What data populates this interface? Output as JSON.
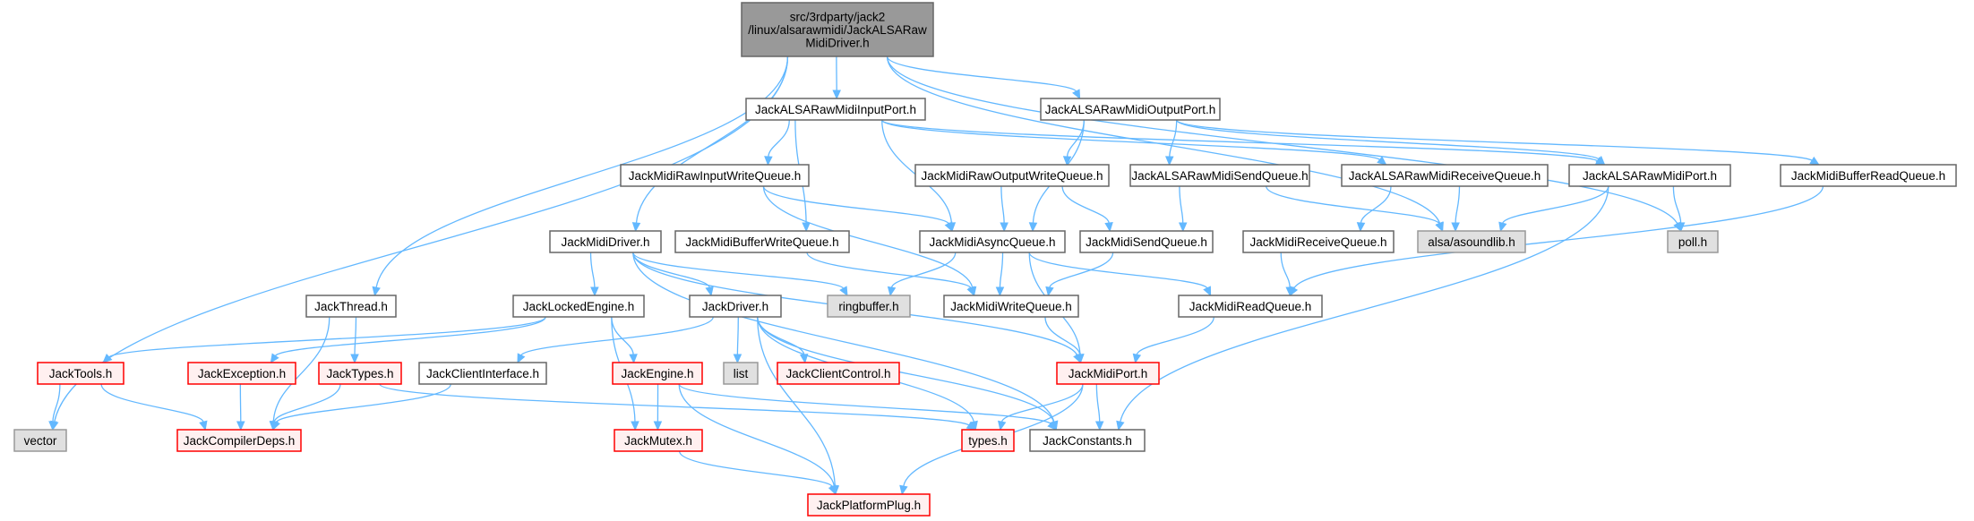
{
  "graph": {
    "nodes": [
      {
        "id": "root",
        "lines": [
          "src/3rdparty/jack2",
          "/linux/alsarawmidi/JackALSARaw",
          "MidiDriver.h"
        ],
        "kind": "root"
      },
      {
        "id": "inputport",
        "lines": [
          "JackALSARawMidiInputPort.h"
        ],
        "kind": "normal"
      },
      {
        "id": "outputport",
        "lines": [
          "JackALSARawMidiOutputPort.h"
        ],
        "kind": "normal"
      },
      {
        "id": "rawinputwq",
        "lines": [
          "JackMidiRawInputWriteQueue.h"
        ],
        "kind": "normal"
      },
      {
        "id": "rawoutputwq",
        "lines": [
          "JackMidiRawOutputWriteQueue.h"
        ],
        "kind": "normal"
      },
      {
        "id": "sendqueue_alsa",
        "lines": [
          "JackALSARawMidiSendQueue.h"
        ],
        "kind": "normal"
      },
      {
        "id": "receivequeue_alsa",
        "lines": [
          "JackALSARawMidiReceiveQueue.h"
        ],
        "kind": "normal"
      },
      {
        "id": "alsaport",
        "lines": [
          "JackALSARawMidiPort.h"
        ],
        "kind": "normal"
      },
      {
        "id": "bufferreadq",
        "lines": [
          "JackMidiBufferReadQueue.h"
        ],
        "kind": "normal"
      },
      {
        "id": "mididriver",
        "lines": [
          "JackMidiDriver.h"
        ],
        "kind": "normal"
      },
      {
        "id": "bufferwriteq",
        "lines": [
          "JackMidiBufferWriteQueue.h"
        ],
        "kind": "normal"
      },
      {
        "id": "asyncqueue",
        "lines": [
          "JackMidiAsyncQueue.h"
        ],
        "kind": "normal"
      },
      {
        "id": "sendqueue",
        "lines": [
          "JackMidiSendQueue.h"
        ],
        "kind": "normal"
      },
      {
        "id": "receivequeue",
        "lines": [
          "JackMidiReceiveQueue.h"
        ],
        "kind": "normal"
      },
      {
        "id": "asoundlib",
        "lines": [
          "alsa/asoundlib.h"
        ],
        "kind": "system"
      },
      {
        "id": "poll",
        "lines": [
          "poll.h"
        ],
        "kind": "system"
      },
      {
        "id": "thread",
        "lines": [
          "JackThread.h"
        ],
        "kind": "normal"
      },
      {
        "id": "lockedengine",
        "lines": [
          "JackLockedEngine.h"
        ],
        "kind": "normal"
      },
      {
        "id": "driver",
        "lines": [
          "JackDriver.h"
        ],
        "kind": "normal"
      },
      {
        "id": "ringbuffer",
        "lines": [
          "ringbuffer.h"
        ],
        "kind": "system"
      },
      {
        "id": "writequeue",
        "lines": [
          "JackMidiWriteQueue.h"
        ],
        "kind": "normal"
      },
      {
        "id": "readqueue",
        "lines": [
          "JackMidiReadQueue.h"
        ],
        "kind": "normal"
      },
      {
        "id": "tools",
        "lines": [
          "JackTools.h"
        ],
        "kind": "truncated"
      },
      {
        "id": "exception",
        "lines": [
          "JackException.h"
        ],
        "kind": "truncated"
      },
      {
        "id": "types",
        "lines": [
          "JackTypes.h"
        ],
        "kind": "truncated"
      },
      {
        "id": "clientinterface",
        "lines": [
          "JackClientInterface.h"
        ],
        "kind": "normal"
      },
      {
        "id": "engine",
        "lines": [
          "JackEngine.h"
        ],
        "kind": "truncated"
      },
      {
        "id": "list",
        "lines": [
          "list"
        ],
        "kind": "system"
      },
      {
        "id": "clientcontrol",
        "lines": [
          "JackClientControl.h"
        ],
        "kind": "truncated"
      },
      {
        "id": "midiport",
        "lines": [
          "JackMidiPort.h"
        ],
        "kind": "truncated"
      },
      {
        "id": "vector",
        "lines": [
          "vector"
        ],
        "kind": "system"
      },
      {
        "id": "compilerdeps",
        "lines": [
          "JackCompilerDeps.h"
        ],
        "kind": "truncated"
      },
      {
        "id": "mutex",
        "lines": [
          "JackMutex.h"
        ],
        "kind": "truncated"
      },
      {
        "id": "types_h",
        "lines": [
          "types.h"
        ],
        "kind": "truncated"
      },
      {
        "id": "constants",
        "lines": [
          "JackConstants.h"
        ],
        "kind": "normal"
      },
      {
        "id": "platformplug",
        "lines": [
          "JackPlatformPlug.h"
        ],
        "kind": "truncated"
      }
    ],
    "edges": [
      [
        "root",
        "vector"
      ],
      [
        "root",
        "thread"
      ],
      [
        "root",
        "mididriver"
      ],
      [
        "root",
        "inputport"
      ],
      [
        "root",
        "outputport"
      ],
      [
        "root",
        "asoundlib"
      ],
      [
        "root",
        "poll"
      ],
      [
        "inputport",
        "rawinputwq"
      ],
      [
        "inputport",
        "bufferwriteq"
      ],
      [
        "inputport",
        "asyncqueue"
      ],
      [
        "inputport",
        "receivequeue_alsa"
      ],
      [
        "inputport",
        "alsaport"
      ],
      [
        "outputport",
        "asyncqueue"
      ],
      [
        "outputport",
        "rawoutputwq"
      ],
      [
        "outputport",
        "sendqueue_alsa"
      ],
      [
        "outputport",
        "alsaport"
      ],
      [
        "outputport",
        "bufferreadq"
      ],
      [
        "rawinputwq",
        "asyncqueue"
      ],
      [
        "rawinputwq",
        "writequeue"
      ],
      [
        "rawoutputwq",
        "asyncqueue"
      ],
      [
        "rawoutputwq",
        "sendqueue"
      ],
      [
        "sendqueue_alsa",
        "sendqueue"
      ],
      [
        "sendqueue_alsa",
        "asoundlib"
      ],
      [
        "receivequeue_alsa",
        "receivequeue"
      ],
      [
        "receivequeue_alsa",
        "asoundlib"
      ],
      [
        "alsaport",
        "asoundlib"
      ],
      [
        "alsaport",
        "poll"
      ],
      [
        "alsaport",
        "constants"
      ],
      [
        "bufferreadq",
        "readqueue"
      ],
      [
        "bufferwriteq",
        "writequeue"
      ],
      [
        "asyncqueue",
        "ringbuffer"
      ],
      [
        "asyncqueue",
        "writequeue"
      ],
      [
        "asyncqueue",
        "readqueue"
      ],
      [
        "asyncqueue",
        "midiport"
      ],
      [
        "sendqueue",
        "writequeue"
      ],
      [
        "receivequeue",
        "readqueue"
      ],
      [
        "writequeue",
        "midiport"
      ],
      [
        "readqueue",
        "midiport"
      ],
      [
        "mididriver",
        "lockedengine"
      ],
      [
        "mididriver",
        "driver"
      ],
      [
        "mididriver",
        "ringbuffer"
      ],
      [
        "mididriver",
        "midiport"
      ],
      [
        "mididriver",
        "constants"
      ],
      [
        "thread",
        "types"
      ],
      [
        "thread",
        "compilerdeps"
      ],
      [
        "lockedengine",
        "tools"
      ],
      [
        "lockedengine",
        "exception"
      ],
      [
        "lockedengine",
        "engine"
      ],
      [
        "lockedengine",
        "mutex"
      ],
      [
        "driver",
        "clientinterface"
      ],
      [
        "driver",
        "list"
      ],
      [
        "driver",
        "clientcontrol"
      ],
      [
        "driver",
        "types_h"
      ],
      [
        "driver",
        "constants"
      ],
      [
        "driver",
        "platformplug"
      ],
      [
        "tools",
        "vector"
      ],
      [
        "tools",
        "compilerdeps"
      ],
      [
        "exception",
        "compilerdeps"
      ],
      [
        "types",
        "compilerdeps"
      ],
      [
        "types",
        "types_h"
      ],
      [
        "clientinterface",
        "compilerdeps"
      ],
      [
        "engine",
        "mutex"
      ],
      [
        "engine",
        "platformplug"
      ],
      [
        "engine",
        "constants"
      ],
      [
        "mutex",
        "platformplug"
      ],
      [
        "midiport",
        "types_h"
      ],
      [
        "midiport",
        "constants"
      ],
      [
        "midiport",
        "platformplug"
      ]
    ]
  },
  "colors": {
    "edge": "#63b8ff",
    "root_fill": "#999999",
    "root_border": "#666666",
    "normal_fill": "#ffffff",
    "normal_border": "#666666",
    "system_fill": "#e0e0e0",
    "system_border": "#999999",
    "truncated_fill": "#fff0f0",
    "truncated_border": "#ff0000"
  }
}
